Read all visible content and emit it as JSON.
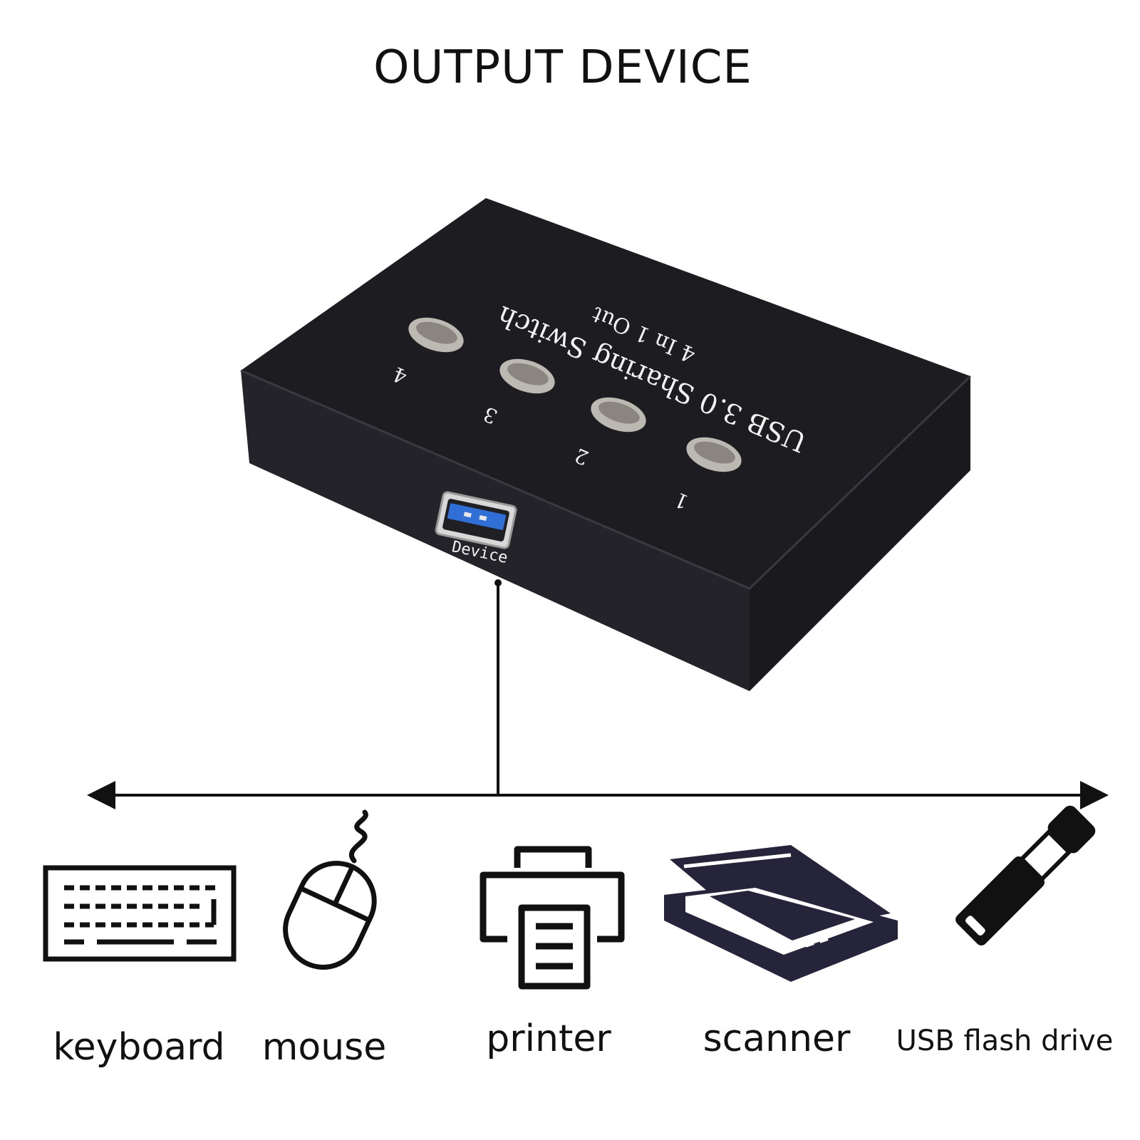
{
  "title": "OUTPUT DEVICE",
  "device": {
    "model_line": "USB 3.0 Sharing Switch",
    "config_line": "4 In 1 Out",
    "port_label": "Device",
    "buttons": [
      "1",
      "2",
      "3",
      "4"
    ],
    "body_color": "#1d1c21",
    "usb_blue": "#2f6fd6"
  },
  "devices": [
    {
      "label": "keyboard",
      "icon": "keyboard-icon"
    },
    {
      "label": "mouse",
      "icon": "mouse-icon"
    },
    {
      "label": "printer",
      "icon": "printer-icon"
    },
    {
      "label": "scanner",
      "icon": "scanner-icon"
    },
    {
      "label": "USB flash drive",
      "icon": "usb-flash-drive-icon"
    }
  ]
}
